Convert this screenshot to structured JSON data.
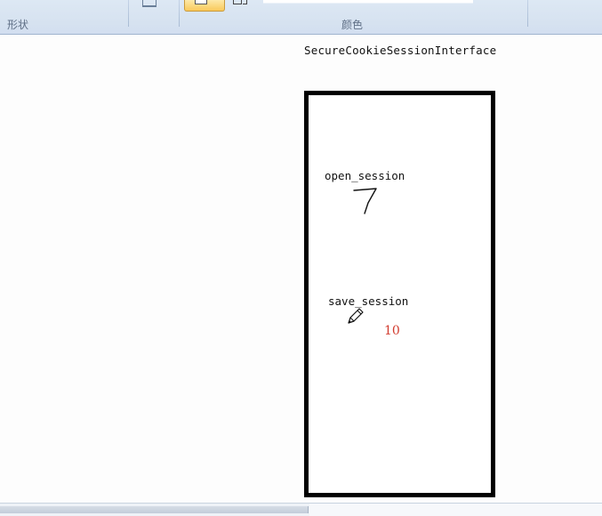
{
  "ribbon": {
    "group_shapes_label": "形状",
    "group_colors_label": "颜色",
    "color1_label": "",
    "color2_label": "",
    "colors": {
      "ribbon_bg": "#d6e2f0",
      "selected_button": "#f9c95a"
    }
  },
  "canvas": {
    "diagram_title": "SecureCookieSessionInterface",
    "methods": [
      {
        "label": "open_session",
        "annotation": "7"
      },
      {
        "label": "save_session",
        "annotation": "10"
      }
    ],
    "annotation_color": "#d23b2e",
    "cursor": "pencil-icon"
  },
  "scrollbar": {
    "orientation": "horizontal"
  }
}
